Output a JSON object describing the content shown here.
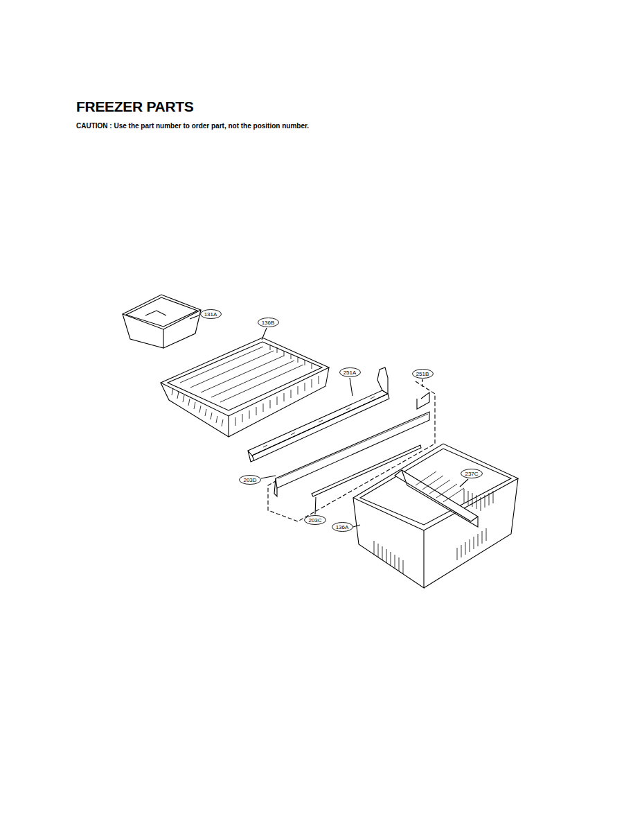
{
  "diagram": {
    "title": "FREEZER PARTS",
    "caption": "CAUTION : Use the part number to order part, not the position number.",
    "nodes": [
      {
        "text": [
          "131A"
        ]
      },
      {
        "text": [
          "136B"
        ]
      },
      {
        "text": [
          "251A"
        ]
      },
      {
        "text": [
          "251B"
        ]
      },
      {
        "text": [
          "237C"
        ]
      },
      {
        "text": [
          "203D"
        ]
      },
      {
        "text": [
          "203C"
        ]
      },
      {
        "text": [
          "136A"
        ]
      }
    ]
  }
}
